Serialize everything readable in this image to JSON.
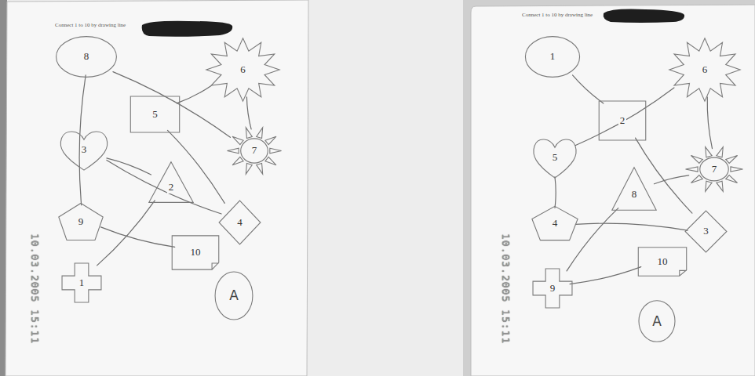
{
  "diagram": {
    "nodes": [
      {
        "text": [
          "Connect 1 to 10 by drawing line"
        ]
      },
      {
        "text": [
          "8"
        ],
        "in": 0
      },
      {
        "text": [
          "6"
        ],
        "in": 0
      },
      {
        "text": [
          "5"
        ],
        "in": 0
      },
      {
        "text": [
          "3"
        ],
        "in": 0
      },
      {
        "text": [
          "7"
        ],
        "in": 0
      },
      {
        "text": [
          "2"
        ],
        "in": 0
      },
      {
        "text": [
          "9"
        ],
        "in": 0
      },
      {
        "text": [
          "4"
        ],
        "in": 0
      },
      {
        "text": [
          "10"
        ],
        "in": 0
      },
      {
        "text": [
          "1"
        ],
        "in": 0
      },
      {
        "text": [
          "A"
        ],
        "in": 0
      },
      {
        "text": [
          "Connect 1 to 10 by drawing line"
        ]
      },
      {
        "text": [
          "1"
        ],
        "in": 12
      },
      {
        "text": [
          "6"
        ],
        "in": 12
      },
      {
        "text": [
          "2"
        ],
        "in": 12
      },
      {
        "text": [
          "5"
        ],
        "in": 12
      },
      {
        "text": [
          "7"
        ],
        "in": 12
      },
      {
        "text": [
          "8"
        ],
        "in": 12
      },
      {
        "text": [
          "4"
        ],
        "in": 12
      },
      {
        "text": [
          "3"
        ],
        "in": 12
      },
      {
        "text": [
          "10"
        ],
        "in": 12
      },
      {
        "text": [
          "9"
        ],
        "in": 12
      },
      {
        "text": [
          "A"
        ],
        "in": 12
      }
    ],
    "edges": [
      {
        "from": 10,
        "to": 6,
        "arrow": "none"
      },
      {
        "from": 6,
        "to": 4,
        "arrow": "none"
      },
      {
        "from": 4,
        "to": 8,
        "arrow": "none"
      },
      {
        "from": 8,
        "to": 3,
        "arrow": "none"
      },
      {
        "from": 3,
        "to": 2,
        "arrow": "none"
      },
      {
        "from": 2,
        "to": 5,
        "arrow": "none"
      },
      {
        "from": 5,
        "to": 1,
        "arrow": "none"
      },
      {
        "from": 1,
        "to": 7,
        "arrow": "none"
      },
      {
        "from": 7,
        "to": 9,
        "arrow": "none"
      },
      {
        "from": 13,
        "to": 15,
        "arrow": "none"
      },
      {
        "from": 15,
        "to": 20,
        "arrow": "none"
      },
      {
        "from": 20,
        "to": 19,
        "arrow": "none"
      },
      {
        "from": 19,
        "to": 16,
        "arrow": "none"
      },
      {
        "from": 16,
        "to": 14,
        "arrow": "none"
      },
      {
        "from": 14,
        "to": 17,
        "arrow": "none"
      },
      {
        "from": 17,
        "to": 18,
        "arrow": "none"
      },
      {
        "from": 18,
        "to": 22,
        "arrow": "none"
      },
      {
        "from": 22,
        "to": 21,
        "arrow": "none"
      }
    ],
    "labels": [
      "10.03.2005 15:11",
      "10.03.2005 15:11"
    ]
  }
}
